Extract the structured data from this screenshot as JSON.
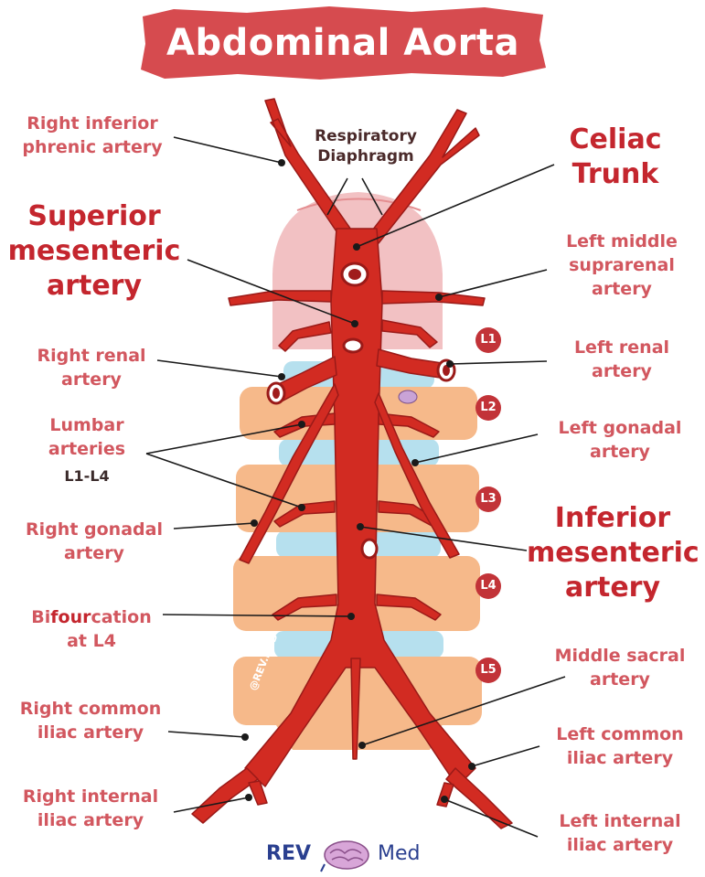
{
  "title": "Abdominal Aorta",
  "colors": {
    "artery": "#d22b22",
    "artery_dark": "#9a1a18",
    "label": "#d2575f",
    "label_big": "#c4262e",
    "vertebra": "#f6b98a",
    "disc": "#b6e0ee",
    "diaphragm": "#f0b6b8",
    "banner": "#d64b4f"
  },
  "labels": {
    "right_inferior_phrenic": "Right inferior\nphrenic artery",
    "respiratory_diaphragm": "Respiratory\nDiaphragm",
    "celiac_trunk": "Celiac\nTrunk",
    "superior_mesenteric": "Superior\nmesenteric\nartery",
    "left_middle_suprarenal": "Left middle\nsuprarenal\nartery",
    "right_renal": "Right renal\nartery",
    "left_renal": "Left renal\nartery",
    "lumbar_arteries": "Lumbar\narteries",
    "lumbar_levels": "L1-L4",
    "left_gonadal": "Left gonadal\nartery",
    "right_gonadal": "Right gonadal\nartery",
    "inferior_mesenteric": "Inferior\nmesenteric\nartery",
    "bifurcation_prefix": "Bi",
    "bifurcation_emph": "four",
    "bifurcation_suffix": "cation\nat L4",
    "middle_sacral": "Middle sacral\nartery",
    "right_common_iliac": "Right common\niliac artery",
    "left_common_iliac": "Left common\niliac artery",
    "right_internal_iliac": "Right internal\niliac artery",
    "left_internal_iliac": "Left internal\niliac artery"
  },
  "vertebrae": [
    "L1",
    "L2",
    "L3",
    "L4",
    "L5"
  ],
  "watermark": "@REV.MED",
  "logo": {
    "left": "REV",
    "right": "Med"
  }
}
